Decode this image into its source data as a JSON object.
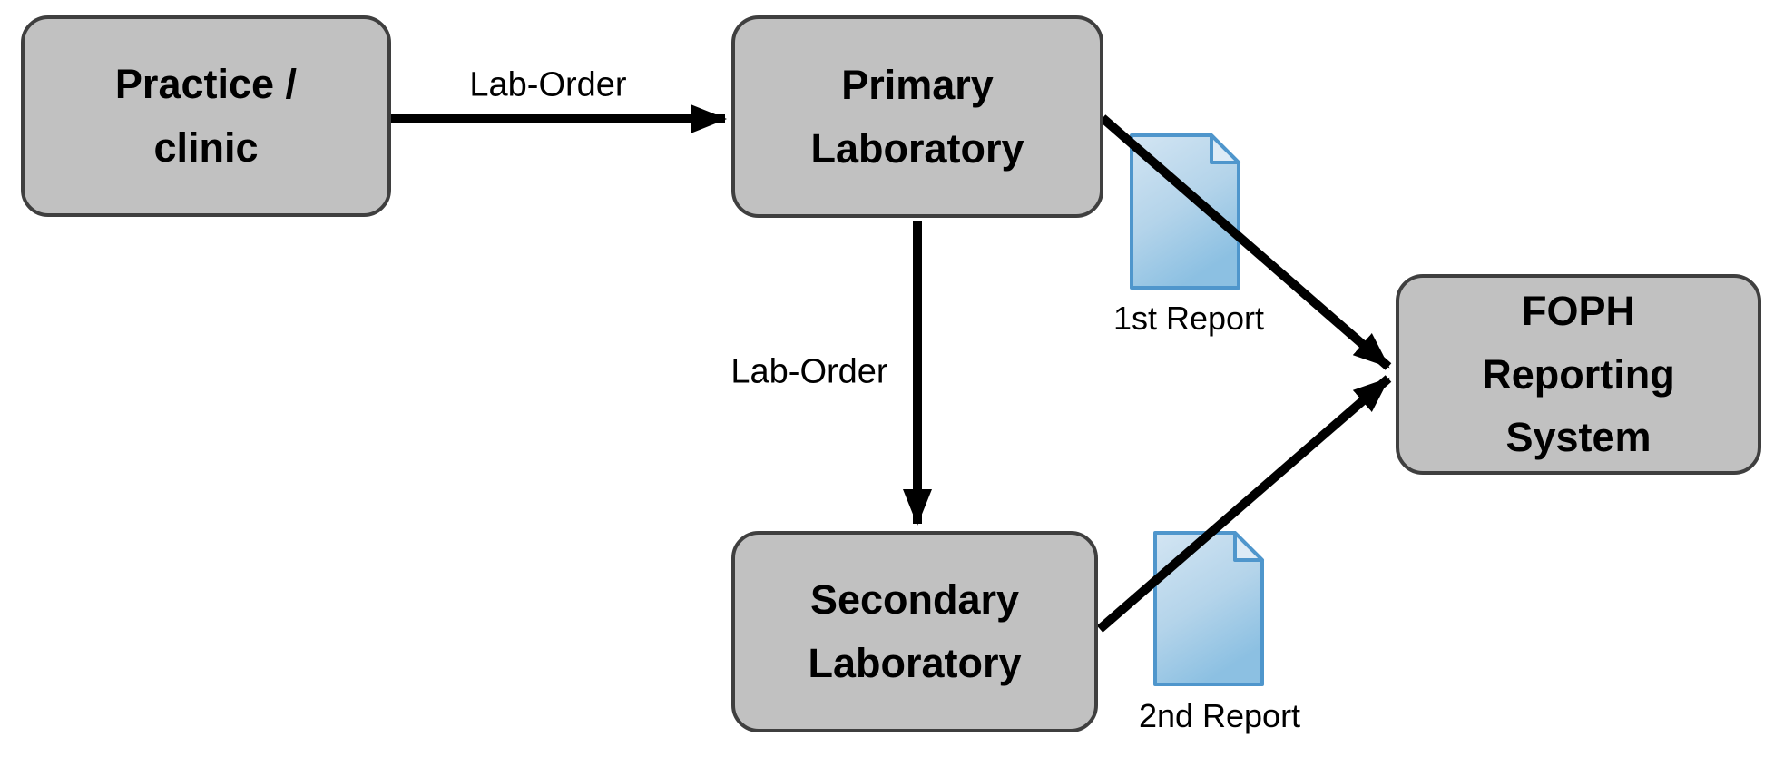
{
  "diagram": {
    "nodes": [
      {
        "id": "practice-clinic",
        "label": "Practice /\nclinic"
      },
      {
        "id": "primary-laboratory",
        "label": "Primary\nLaboratory"
      },
      {
        "id": "secondary-laboratory",
        "label": "Secondary\nLaboratory"
      },
      {
        "id": "foph-reporting-system",
        "label": "FOPH\nReporting\nSystem"
      }
    ],
    "edges": [
      {
        "from": "practice-clinic",
        "to": "primary-laboratory",
        "label": "Lab-Order",
        "document_icon": false
      },
      {
        "from": "primary-laboratory",
        "to": "secondary-laboratory",
        "label": "Lab-Order",
        "document_icon": false
      },
      {
        "from": "primary-laboratory",
        "to": "foph-reporting-system",
        "label": "1st Report",
        "document_icon": true
      },
      {
        "from": "secondary-laboratory",
        "to": "foph-reporting-system",
        "label": "2nd Report",
        "document_icon": true
      }
    ],
    "colors": {
      "background": "#ffffff",
      "node_fill": "#c1c1c1",
      "node_border": "#3f3f3f",
      "arrow": "#000000",
      "text": "#000000",
      "document_border": "#4f96cc",
      "document_fill_light": "#d3e5f3",
      "document_fill_dark": "#8cc0e2",
      "document_fold_fill": "#ddebf6"
    }
  }
}
